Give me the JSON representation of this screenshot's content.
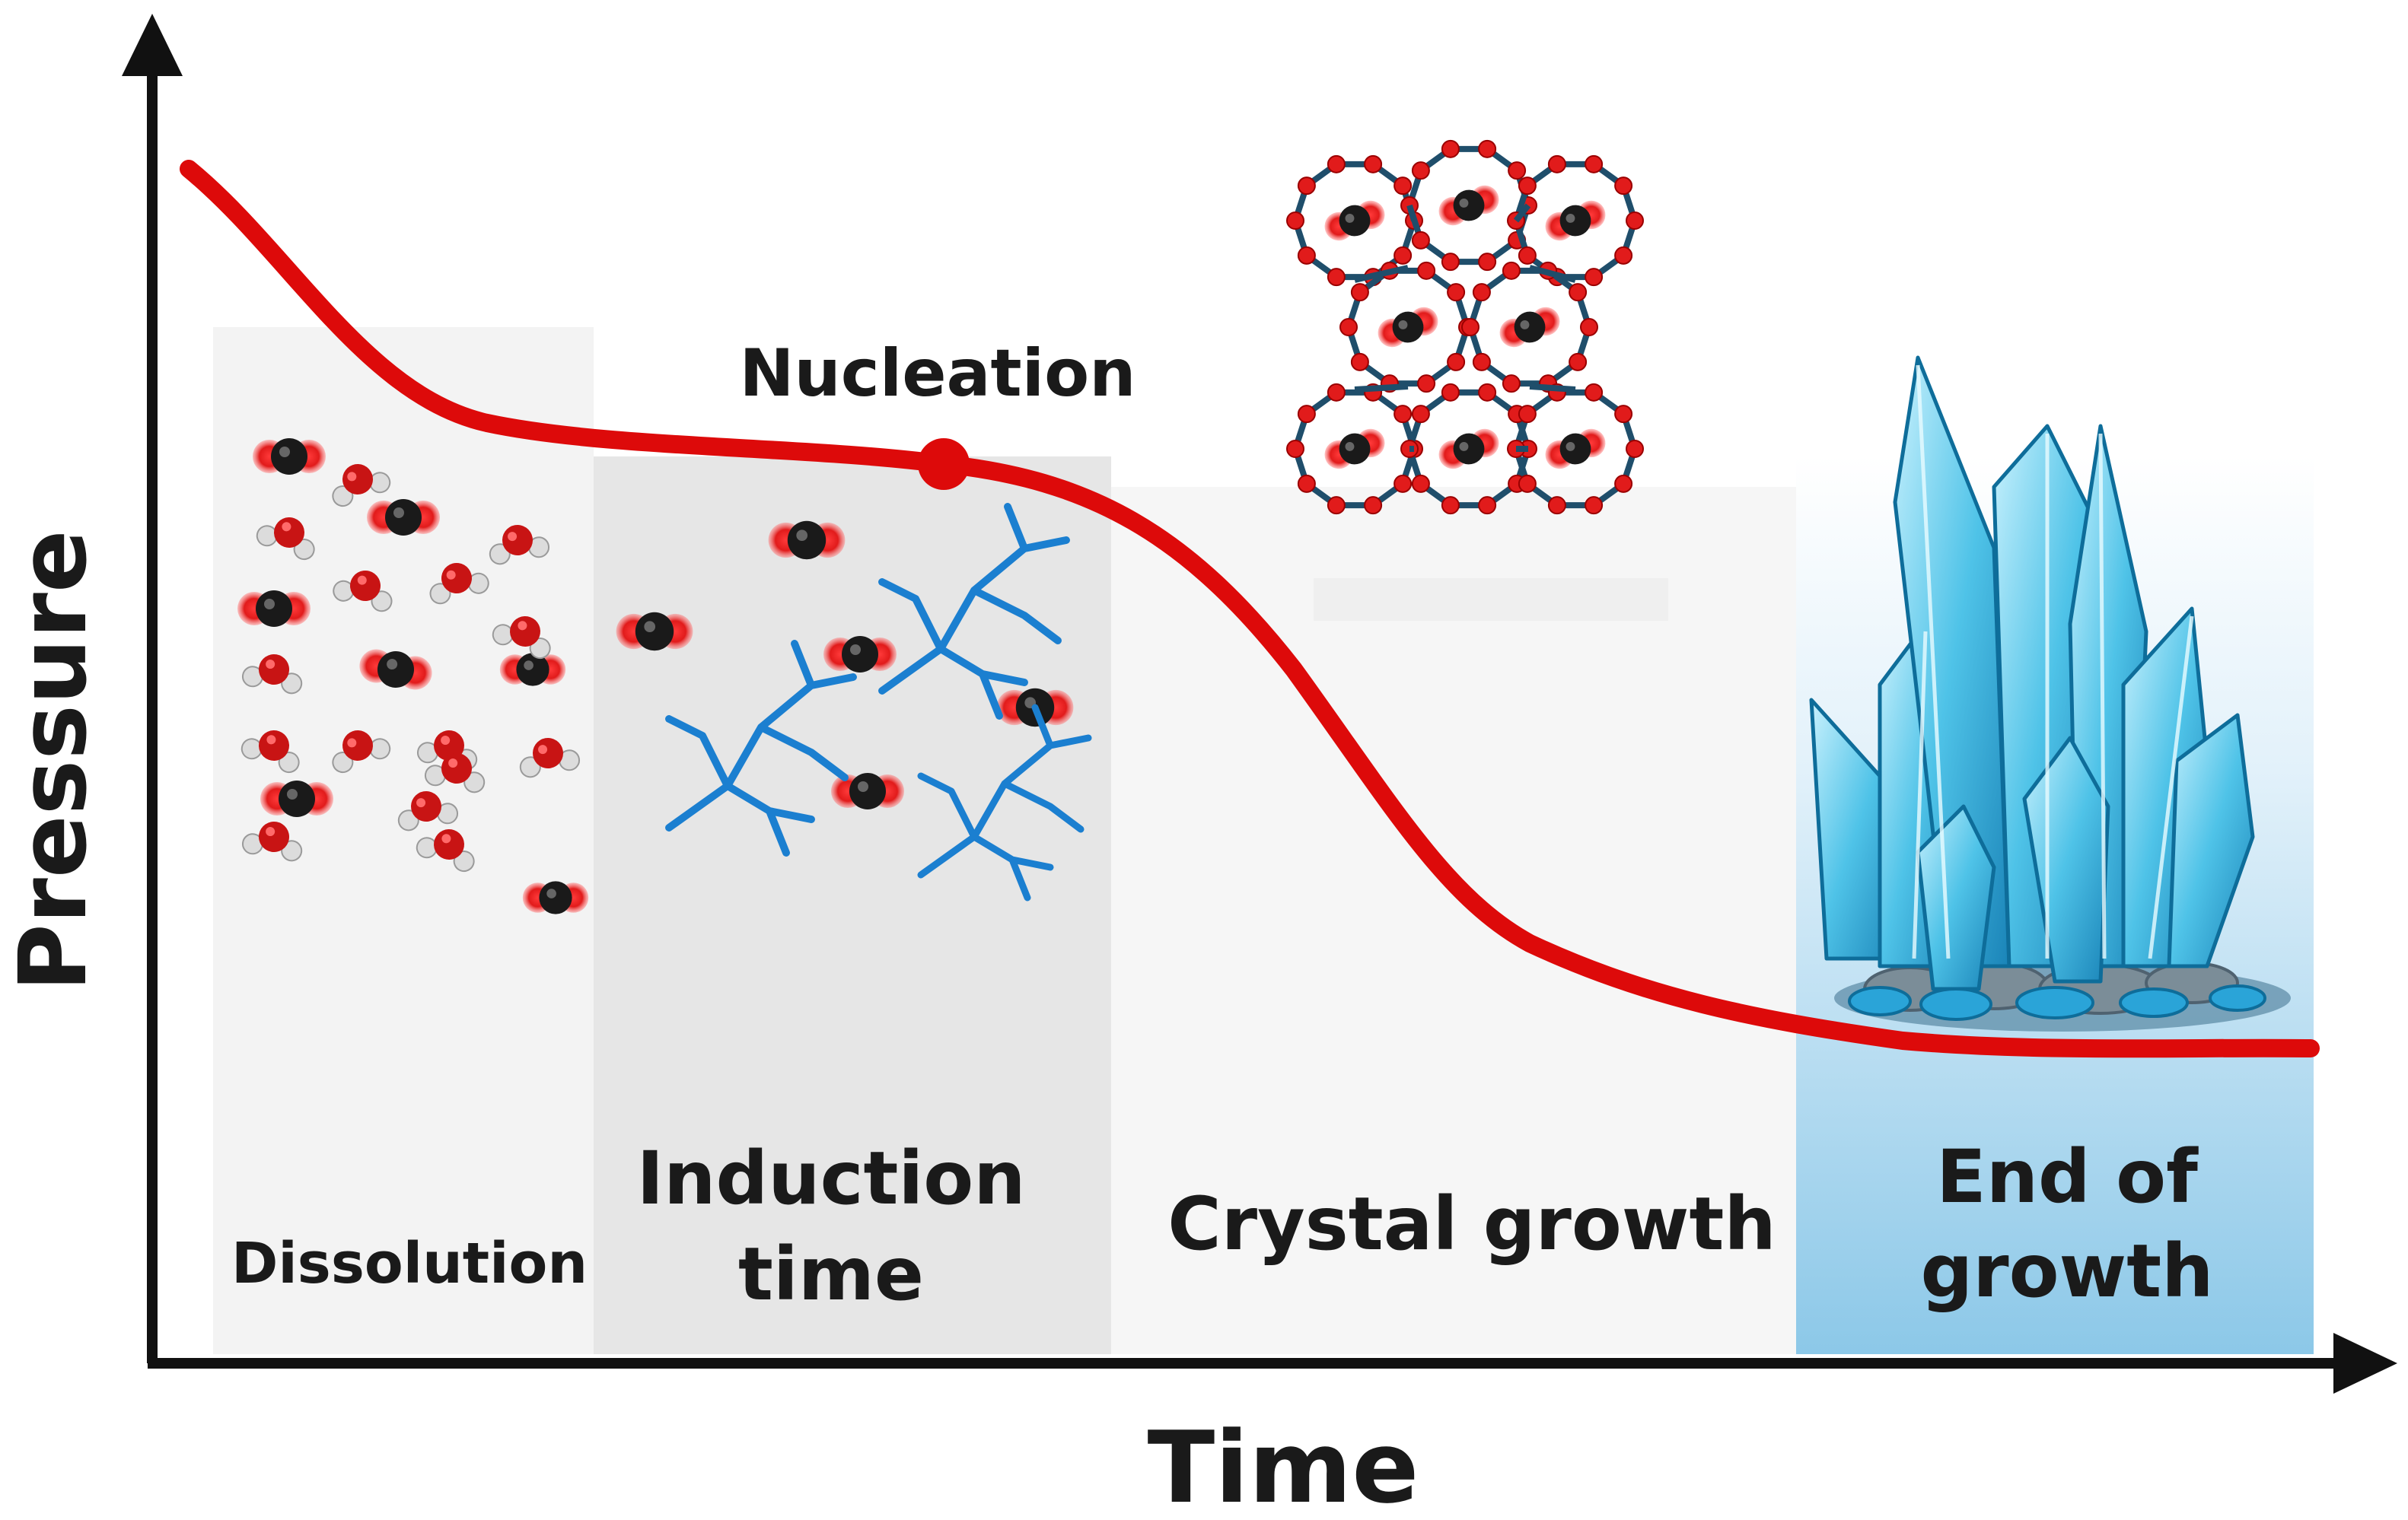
{
  "axes": {
    "x_label": "Time",
    "y_label": "Pressure"
  },
  "stages": [
    {
      "id": "dissolution",
      "label_lines": [
        "Dissolution"
      ],
      "shade": "#f3f3f3"
    },
    {
      "id": "induction",
      "label_lines": [
        "Induction",
        "time"
      ],
      "shade": "#e6e6e6"
    },
    {
      "id": "crystal-growth",
      "label_lines": [
        "Crystal growth"
      ],
      "shade": "#f6f6f6"
    },
    {
      "id": "end-of-growth",
      "label_lines": [
        "End of",
        "growth"
      ],
      "shade": "#a9d6ee"
    }
  ],
  "annotations": {
    "nucleation_label": "Nucleation"
  },
  "colors": {
    "curve": "#dd0a0a",
    "axis": "#111111",
    "hydrate_cage": "#1f4e6b",
    "oxygen": "#e11b1b",
    "nucleus": "#1b7fd0",
    "crystal": "#4fc3e8",
    "crystal_dark": "#1a8fc1"
  },
  "icons": [
    "co2-molecule-icon",
    "water-molecule-icon",
    "hydrate-nucleus-icon",
    "hydrate-cage-icon",
    "ice-crystal-icon"
  ]
}
